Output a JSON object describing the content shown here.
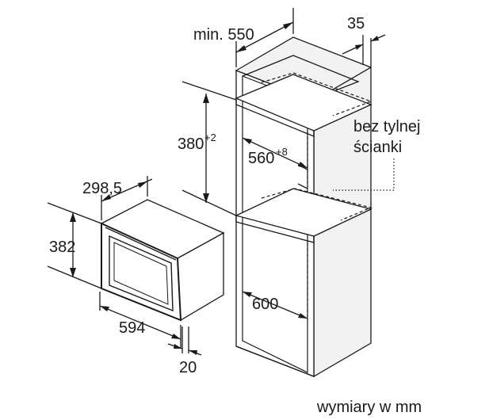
{
  "labels": {
    "min_width": "min. 550",
    "side_depth": "35",
    "no_back_wall_line1": "bez tylnej",
    "no_back_wall_line2": "ścianki",
    "niche_height_value": "380",
    "niche_height_tol": "+2",
    "niche_width_value": "560",
    "niche_width_tol": "+8",
    "oven_depth": "298,5",
    "oven_height": "382",
    "oven_width": "594",
    "front_thickness": "20",
    "cabinet_depth": "600",
    "units_note": "wymiary w mm"
  }
}
